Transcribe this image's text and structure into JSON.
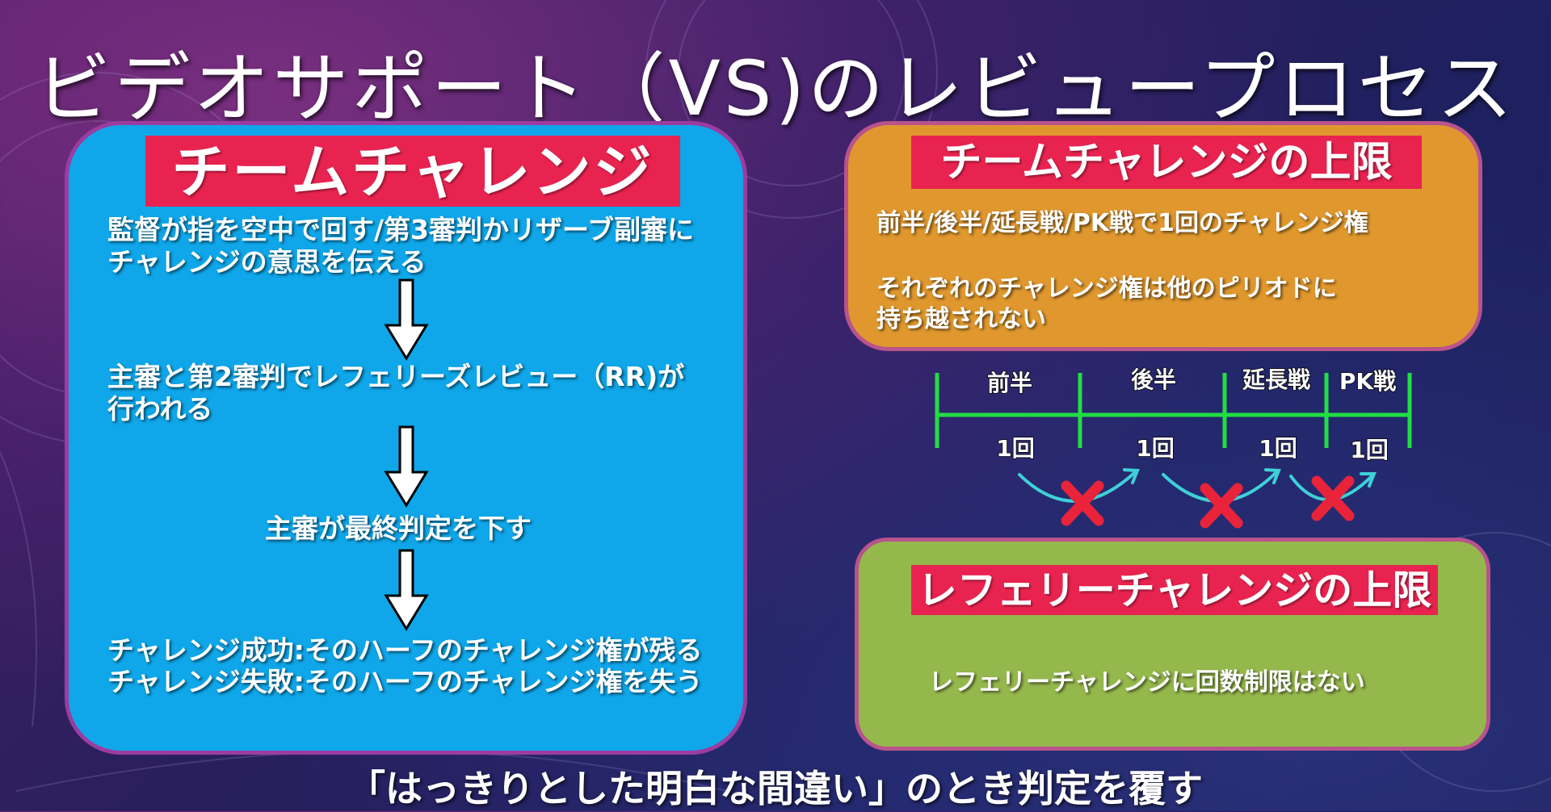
{
  "title": "ビデオサポート（VS)のレビュープロセス",
  "team_challenge": {
    "heading": "チームチャレンジ",
    "step1_line1": "監督が指を空中で回す/第3審判かリザーブ副審に",
    "step1_line2": "チャレンジの意思を伝える",
    "step2_line1": "主審と第2審判でレフェリーズレビュー（RR)が",
    "step2_line2": "行われる",
    "step3": "主審が最終判定を下す",
    "result_success": "チャレンジ成功:そのハーフのチャレンジ権が残る",
    "result_fail": "チャレンジ失敗:そのハーフのチャレンジ権を失う"
  },
  "team_limit": {
    "heading": "チームチャレンジの上限",
    "line1": "前半/後半/延長戦/PK戦で1回のチャレンジ権",
    "line2": "それぞれのチャレンジ権は他のピリオドに",
    "line3": "持ち越されない"
  },
  "timeline": {
    "periods": [
      {
        "label": "前半",
        "count": "1回"
      },
      {
        "label": "後半",
        "count": "1回"
      },
      {
        "label": "延長戦",
        "count": "1回"
      },
      {
        "label": "PK戦",
        "count": "1回"
      }
    ],
    "line_color": "#22dd44",
    "carry_arrow_color": "#3fd0d8",
    "cross_color": "#e8233a"
  },
  "referee_limit": {
    "heading": "レフェリーチャレンジの上限",
    "text": "レフェリーチャレンジに回数制限はない"
  },
  "footer": "「はっきりとした明白な間違い」のとき判定を覆す",
  "colors": {
    "team_panel": "#0fa7ea",
    "team_limit_panel": "#e0982e",
    "referee_panel": "#95b84c",
    "label_red": "#e8234f"
  }
}
